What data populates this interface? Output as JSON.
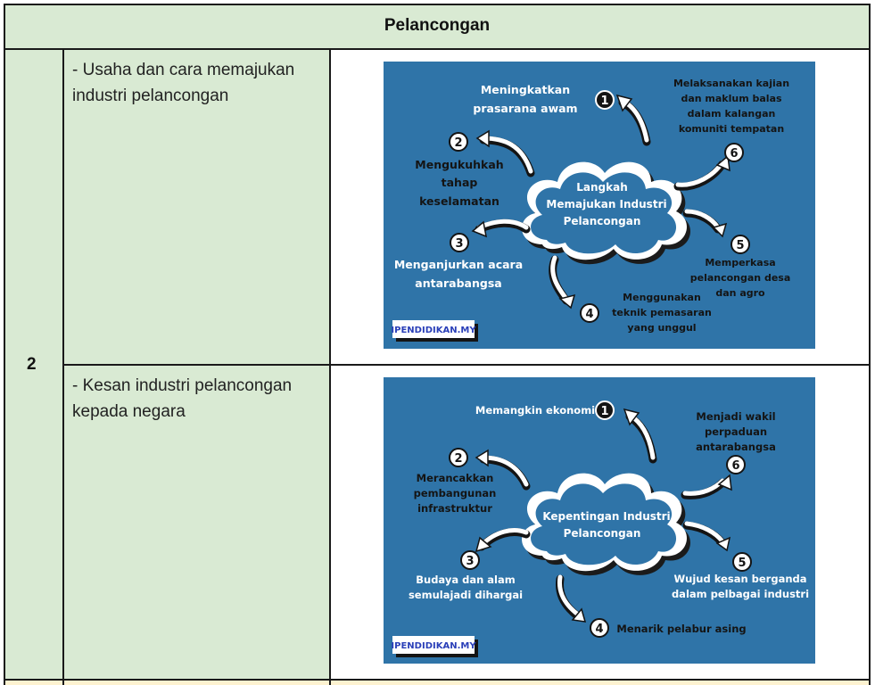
{
  "table": {
    "header": "Pelancongan",
    "row_number": "2",
    "rows": [
      {
        "text_line1": "- Usaha dan cara memajukan",
        "text_line2": "industri pelancongan",
        "infographic": {
          "center_line1": "Langkah",
          "center_line2": "Memajukan Industri",
          "center_line3": "Pelancongan",
          "items": [
            {
              "n": "1",
              "lines": [
                "Meningkatkan",
                "prasarana awam"
              ]
            },
            {
              "n": "2",
              "lines": [
                "Mengukuhkah",
                "tahap",
                "keselamatan"
              ]
            },
            {
              "n": "3",
              "lines": [
                "Menganjurkan acara",
                "antarabangsa"
              ]
            },
            {
              "n": "4",
              "lines": [
                "Menggunakan",
                "teknik pemasaran",
                "yang unggul"
              ]
            },
            {
              "n": "5",
              "lines": [
                "Memperkasa",
                "pelancongan desa",
                "dan agro"
              ]
            },
            {
              "n": "6",
              "lines": [
                "Melaksanakan kajian",
                "dan maklum balas",
                "dalam kalangan",
                "komuniti tempatan"
              ]
            }
          ],
          "badge": "IPENDIDIKAN.MY"
        }
      },
      {
        "text_line1": "- Kesan industri pelancongan",
        "text_line2": "kepada negara",
        "infographic": {
          "center_line1": "Kepentingan Industri",
          "center_line2": "Pelancongan",
          "items": [
            {
              "n": "1",
              "lines": [
                "Memangkin ekonomi"
              ]
            },
            {
              "n": "2",
              "lines": [
                "Merancakkan",
                "pembangunan",
                "infrastruktur"
              ]
            },
            {
              "n": "3",
              "lines": [
                "Budaya dan alam",
                "semulajadi dihargai"
              ]
            },
            {
              "n": "4",
              "lines": [
                "Menarik pelabur asing"
              ]
            },
            {
              "n": "5",
              "lines": [
                "Wujud kesan berganda",
                "dalam pelbagai industri"
              ]
            },
            {
              "n": "6",
              "lines": [
                "Menjadi wakil",
                "perpaduan",
                "antarabangsa"
              ]
            }
          ],
          "badge": "IPENDIDIKAN.MY"
        }
      }
    ]
  },
  "colors": {
    "cell_green": "#d9ead3",
    "panel_blue": "#2f74a8",
    "next_row_yellow": "#fdf2d0"
  }
}
